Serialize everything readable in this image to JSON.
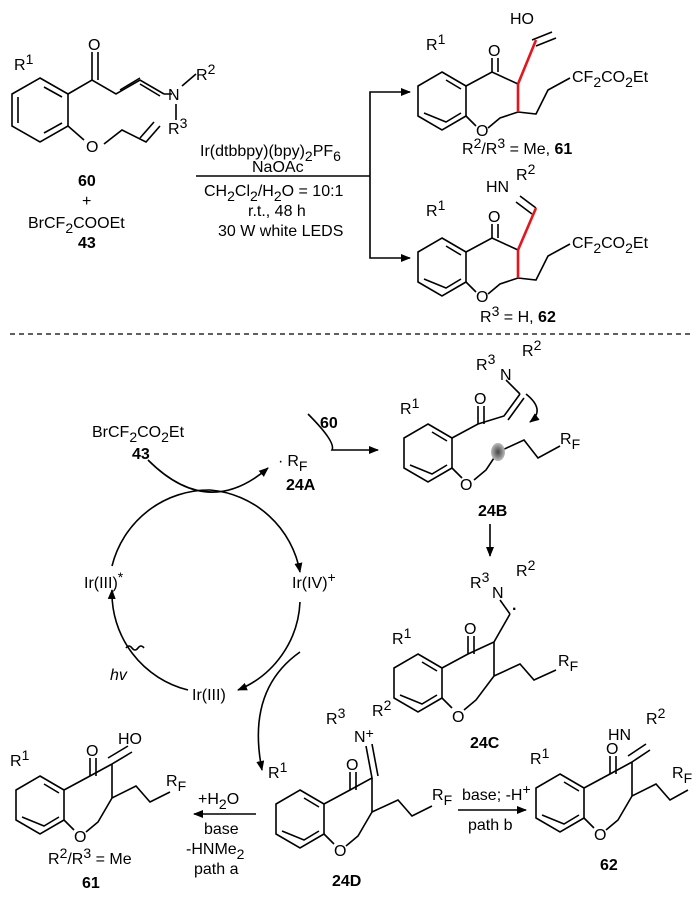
{
  "colors": {
    "highlight_bond": "#e8141b",
    "ink": "#000000",
    "radical_shading": "#888888"
  },
  "top": {
    "sm60": {
      "R1": "R",
      "R1sup": "1",
      "O": "O",
      "N": "N",
      "R2": "R",
      "R2sup": "2",
      "R3": "R",
      "R3sup": "3",
      "Oether": "O",
      "id": "60"
    },
    "plus": "+",
    "reagent": {
      "text_a": "BrCF",
      "sub": "2",
      "text_b": "COOEt",
      "id": "43"
    },
    "conditions": {
      "line1_a": "Ir(dtbbpy)(bpy)",
      "line1_sub": "2",
      "line1_b": "PF",
      "line1_sub2": "6",
      "line2": "NaOAc",
      "line3_a": "CH",
      "line3_sub1": "2",
      "line3_b": "Cl",
      "line3_sub2": "2",
      "line3_c": "/H",
      "line3_sub3": "2",
      "line3_d": "O = 10:1",
      "line4": "r.t., 48 h",
      "line5": "30 W white LEDS"
    },
    "p61": {
      "HO": "HO",
      "R1": "R",
      "R1sup": "1",
      "O": "O",
      "Oring": "O",
      "side_a": "CF",
      "side_sub": "2",
      "side_b": "CO",
      "side_sub2": "2",
      "side_c": "Et",
      "note_a": "R",
      "note_sup1": "2",
      "note_b": "/R",
      "note_sup2": "3",
      "note_c": " = Me, ",
      "id": "61"
    },
    "p62": {
      "HN": "HN",
      "R2": "R",
      "R2sup": "2",
      "R1": "R",
      "R1sup": "1",
      "O": "O",
      "Oring": "O",
      "side_a": "CF",
      "side_sub": "2",
      "side_b": "CO",
      "side_sub2": "2",
      "side_c": "Et",
      "note_a": "R",
      "note_sup": "3",
      "note_b": " = H, ",
      "id": "62"
    }
  },
  "mechanism": {
    "reagent43": {
      "a": "BrCF",
      "sub": "2",
      "b": "CO",
      "sub2": "2",
      "c": "Et",
      "id": "43"
    },
    "radical": {
      "dot": "·",
      "R": "R",
      "sub": "F",
      "id": "24A"
    },
    "sm_label": "60",
    "cycle": {
      "ir3star": "Ir(III)",
      "ir3star_sup": "*",
      "ir4": "Ir(IV)",
      "ir4_sup": "+",
      "ir3": "Ir(III)",
      "hv": "hv"
    },
    "i24B": {
      "R3": "R",
      "R3sup": "3",
      "N": "N",
      "R2": "R",
      "R2sup": "2",
      "R1": "R",
      "R1sup": "1",
      "O": "O",
      "Oring": "O",
      "RF": "R",
      "RFsub": "F",
      "id": "24B"
    },
    "i24C": {
      "R3": "R",
      "R3sup": "3",
      "N": "N",
      "R2": "R",
      "R2sup": "2",
      "dot": "·",
      "R1": "R",
      "R1sup": "1",
      "O": "O",
      "Oring": "O",
      "RF": "R",
      "RFsub": "F",
      "id": "24C"
    },
    "i24D": {
      "R3": "R",
      "R3sup": "3",
      "N": "N",
      "Nplus": "+",
      "R2": "R",
      "R2sup": "2",
      "R1": "R",
      "R1sup": "1",
      "O": "O",
      "Oring": "O",
      "RF": "R",
      "RFsub": "F",
      "id": "24D"
    },
    "path_a": {
      "l1_a": "+H",
      "l1_sub": "2",
      "l1_b": "O",
      "l2": "base",
      "l3_a": "-HNMe",
      "l3_sub": "2",
      "l4": "path a"
    },
    "path_b": {
      "l1": "base; -H",
      "l1_sup": "+",
      "l2": "path b"
    },
    "p61": {
      "HO": "HO",
      "R1": "R",
      "R1sup": "1",
      "O": "O",
      "Oring": "O",
      "RF": "R",
      "RFsub": "F",
      "note_a": "R",
      "note_sup1": "2",
      "note_b": "/R",
      "note_sup2": "3",
      "note_c": " = Me",
      "id": "61"
    },
    "p62": {
      "HN": "HN",
      "R2": "R",
      "R2sup": "2",
      "R1": "R",
      "R1sup": "1",
      "O": "O",
      "Oring": "O",
      "RF": "R",
      "RFsub": "F",
      "id": "62"
    }
  }
}
